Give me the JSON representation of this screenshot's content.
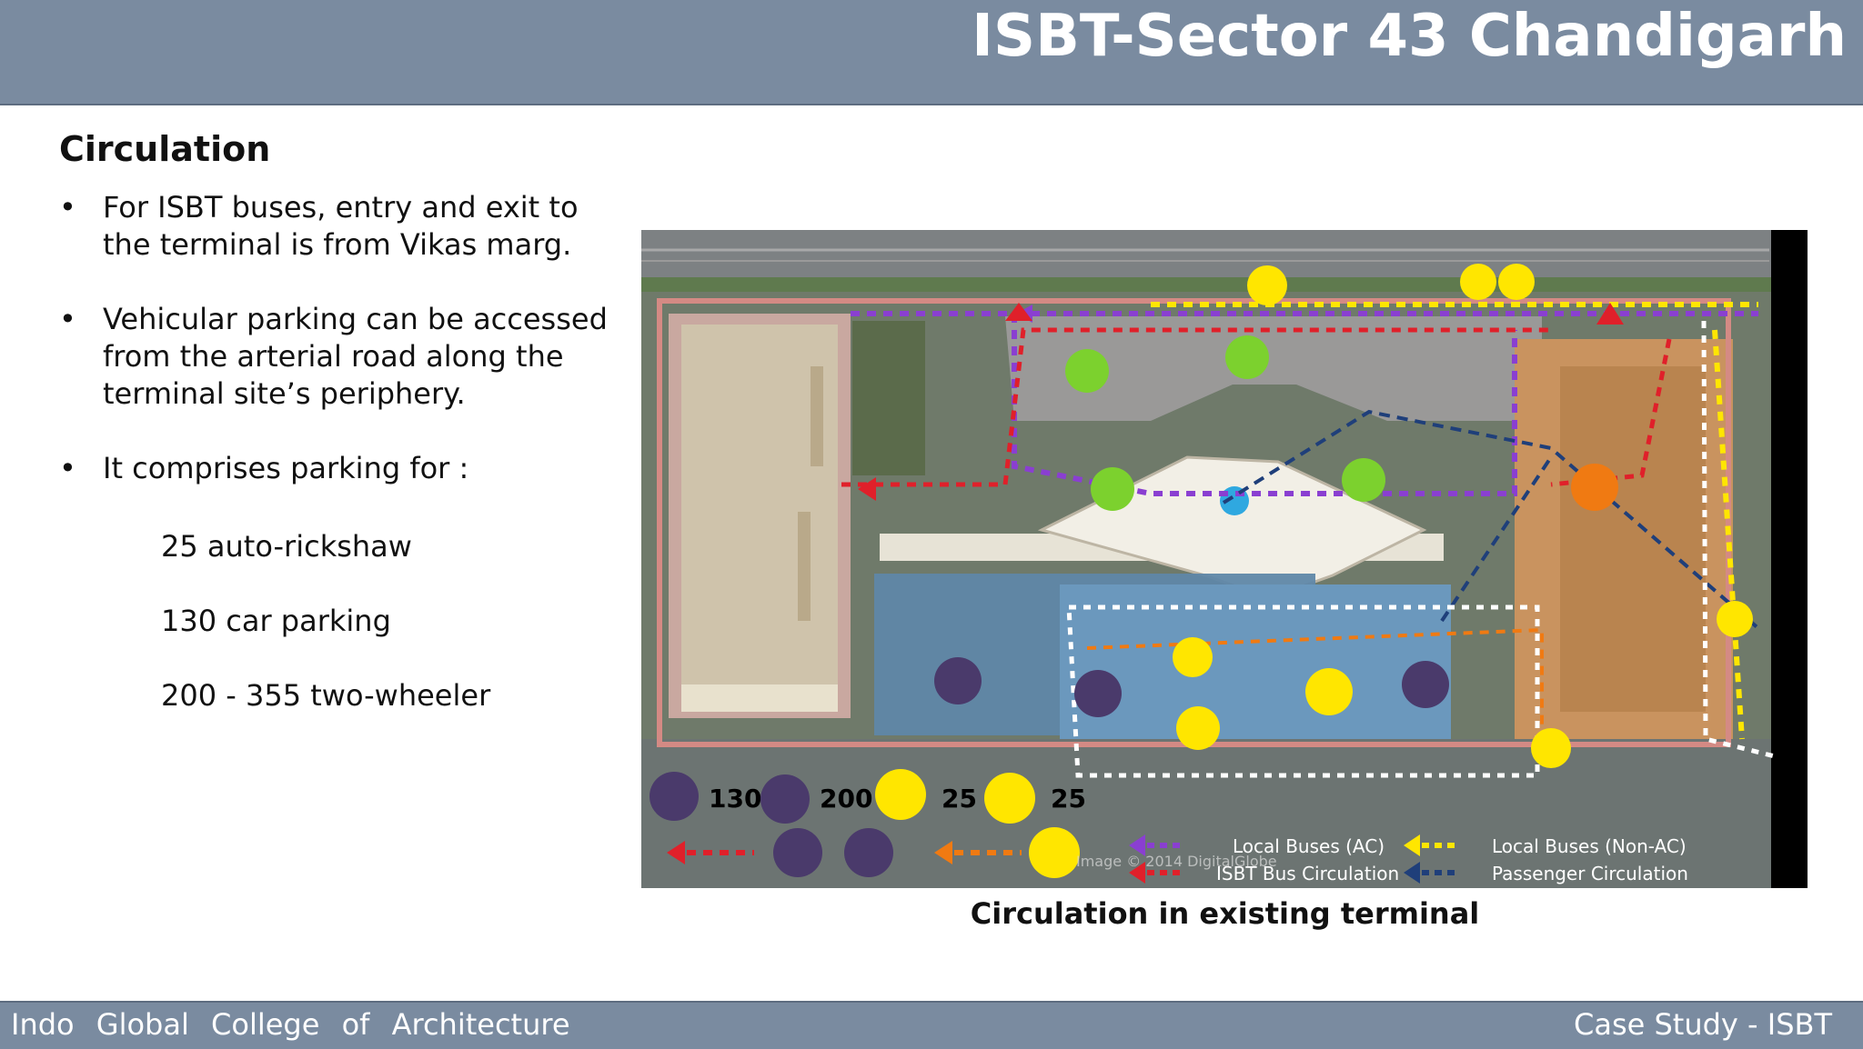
{
  "header": {
    "title": "ISBT-Sector 43 Chandigarh"
  },
  "content": {
    "section_title": "Circulation",
    "bullets": [
      "For ISBT buses, entry and exit to the terminal is from Vikas marg.",
      "Vehicular parking can be accessed from the arterial road along the terminal site’s periphery.",
      "It comprises parking for :"
    ],
    "parking_items": [
      "25 auto-rickshaw",
      "130 car parking",
      "200 - 355 two-wheeler"
    ]
  },
  "map": {
    "counts": {
      "car": "130",
      "two_wheeler": "200",
      "auto": "25",
      "cycle": "25"
    },
    "legend": {
      "local_ac": "Local Buses (AC)",
      "local_nonac": "Local Buses (Non-AC)",
      "isbt": "ISBT Bus Circulation",
      "passenger": "Passenger Circulation"
    },
    "watermark": "Image © 2014 DigitalGlobe",
    "colors": {
      "local_ac": "#8a3fd1",
      "local_nonac": "#ffe600",
      "isbt": "#e0202a",
      "passenger": "#1f3f7a",
      "car_icon": "#4a3a6b",
      "auto_icon": "#ffe600",
      "bus_icon": "#7cd12e",
      "vehicle_route": "#f07a12"
    },
    "caption": "Circulation in existing terminal"
  },
  "footer": {
    "left": "Indo Global College of Architecture",
    "right": "Case Study - ISBT"
  }
}
